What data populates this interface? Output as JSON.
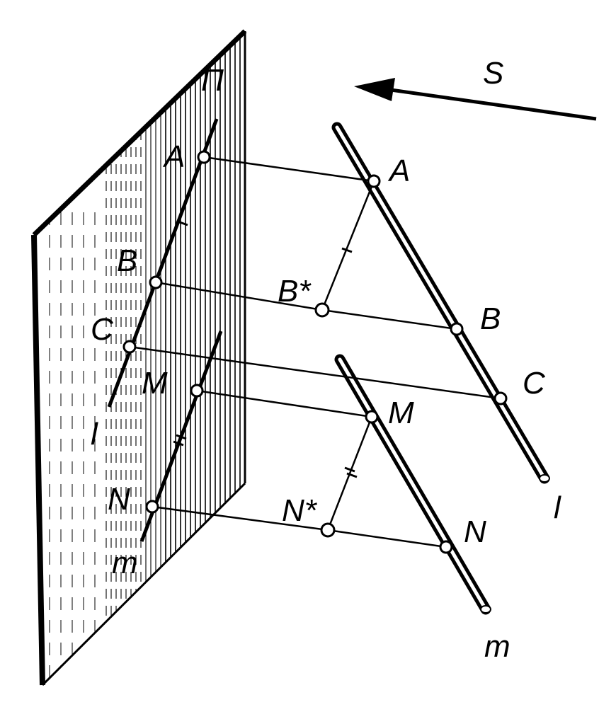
{
  "colors": {
    "ink": "#000000",
    "paper": "#ffffff"
  },
  "labels": {
    "plane": "П",
    "direction": "S",
    "line_l": "l",
    "line_m": "m",
    "proj_l": "l",
    "proj_m": "m",
    "A": "A",
    "B": "B",
    "C": "C",
    "M": "M",
    "N": "N",
    "A_proj": "A",
    "B_proj": "B",
    "C_proj": "C",
    "M_proj": "M",
    "N_proj": "N",
    "B_star": "B*",
    "N_star": "N*"
  }
}
